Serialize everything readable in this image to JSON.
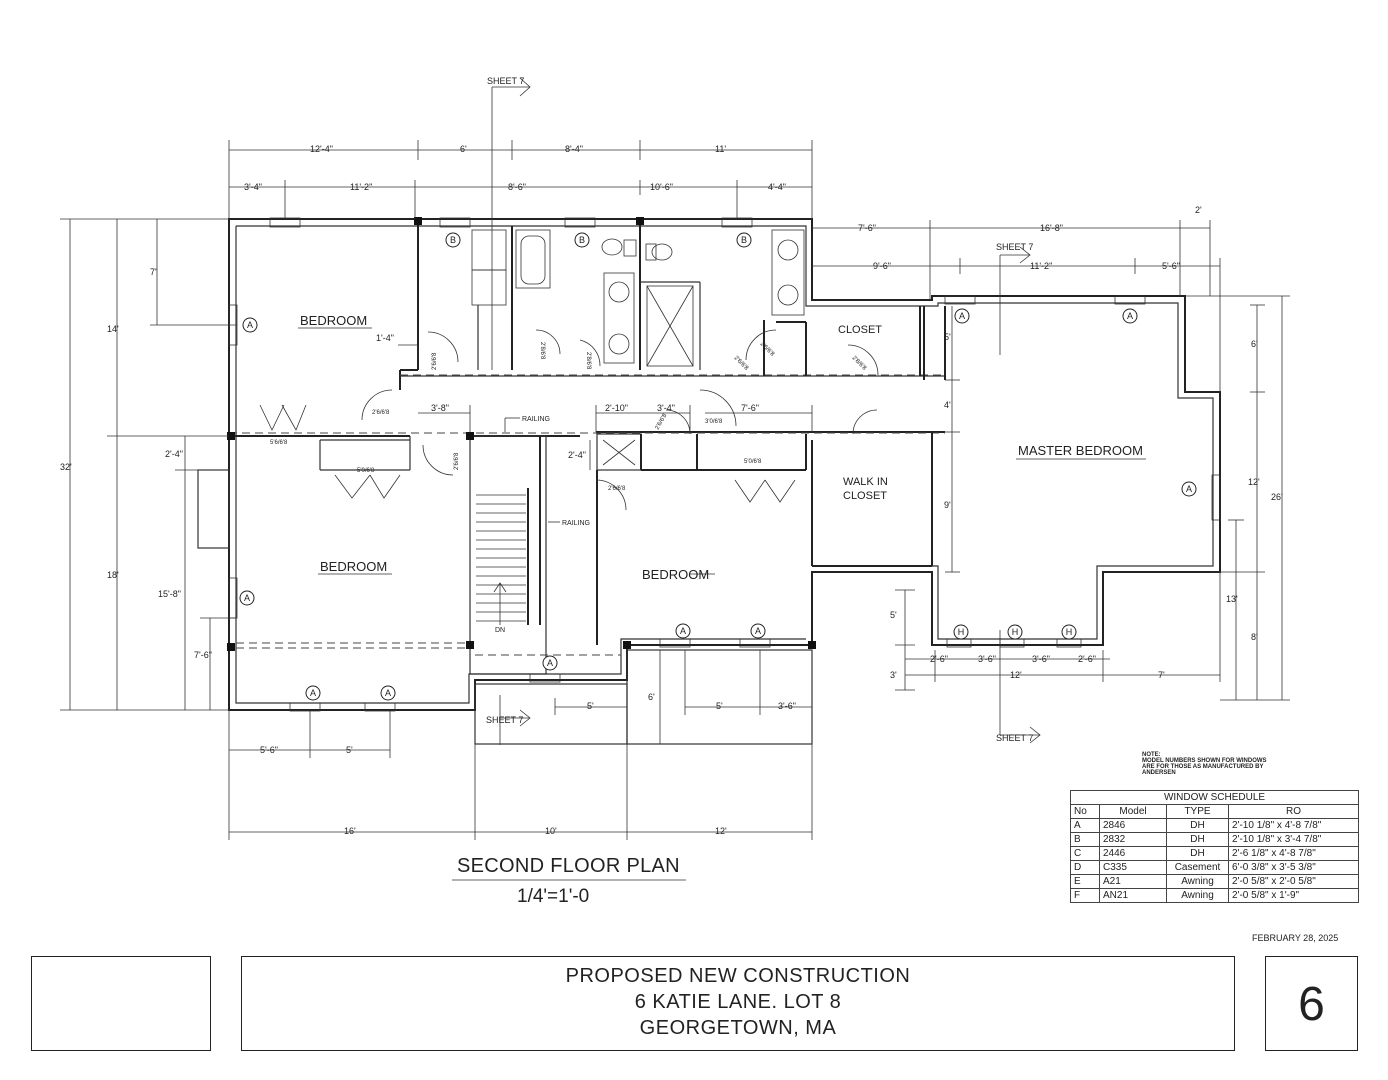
{
  "plan": {
    "title": "SECOND FLOOR PLAN",
    "scale": "1/4'=1'-0",
    "date": "FEBRUARY 28, 2025",
    "note_lines": [
      "NOTE:",
      "MODEL NUMBERS SHOWN FOR WINDOWS",
      "ARE FOR THOSE AS MANUFACTURED BY",
      "ANDERSEN"
    ]
  },
  "rooms": {
    "bedroom_nw": "BEDROOM",
    "bedroom_w": "BEDROOM",
    "bedroom_c": "BEDROOM",
    "master": "MASTER BEDROOM",
    "closet": "CLOSET",
    "walkin_1": "WALK IN",
    "walkin_2": "CLOSET"
  },
  "labels": {
    "railing1": "RAILING",
    "railing2": "RAILING",
    "dn": "DN",
    "sheet_a": "SHEET 7",
    "sheet_b": "SHEET 7",
    "sheet_c": "SHEET 7",
    "sheet_d": "SHEET 7"
  },
  "dims": {
    "top1": [
      "12'-4\"",
      "6'",
      "8'-4\"",
      "11'"
    ],
    "top2": [
      "3'-4\"",
      "11'-2\"",
      "8'-6\"",
      "10'-6\"",
      "4'-4\""
    ],
    "east1": [
      "7'-6\"",
      "16'-8\"",
      "2'"
    ],
    "east2": [
      "9'-6\"",
      "11'-2\"",
      "5'-6\""
    ],
    "left_total": "32'",
    "left_a": "14'",
    "left_b": "18'",
    "left_c": "7'",
    "left_d": "2'-4\"",
    "left_e": "15'-8\"",
    "left_f": "7'-6\"",
    "right_total": "26'",
    "right_a": "6'",
    "right_b": "12'",
    "right_c": "13'",
    "right_d": "8'",
    "bottom": [
      "16'",
      "10'",
      "12'"
    ],
    "bottom_w": [
      "5'-6\"",
      "5'"
    ],
    "bottom_c": [
      "5'",
      "5'",
      "3'-6\""
    ],
    "porch": "6'",
    "master_bot": [
      "2'-6\"",
      "3'-6\"",
      "3'-6\"",
      "2'-6\"",
      "12'",
      "7'"
    ],
    "master_side": [
      "5'",
      "3'"
    ],
    "mid": [
      "1'-4\"",
      "3'-8\"",
      "2'-10\"",
      "3'-4\"",
      "7'-6\"",
      "2'-4\"",
      "5'",
      "4'",
      "9'"
    ]
  },
  "doors": [
    "2'6/6'8",
    "2'6/6'8",
    "2'6/6'8",
    "5'6/6'8",
    "5'0/6'8",
    "5'0/6'8",
    "2'8/6'8",
    "2'8/6'8",
    "3'0/6'8",
    "2'6/6'8",
    "2'6/6'8",
    "2'6/6'8",
    "2'6/6'8",
    "2'8/6'8"
  ],
  "windows": {
    "A": "A",
    "B": "B",
    "H": "H"
  },
  "schedule": {
    "title": "WINDOW SCHEDULE",
    "headers": [
      "No",
      "Model",
      "TYPE",
      "RO"
    ],
    "rows": [
      [
        "A",
        "2846",
        "DH",
        "2'-10 1/8\" x 4'-8 7/8\""
      ],
      [
        "B",
        "2832",
        "DH",
        "2'-10 1/8\" x 3'-4 7/8\""
      ],
      [
        "C",
        "2446",
        "DH",
        "2'-6 1/8\" x 4'-8 7/8\""
      ],
      [
        "D",
        "C335",
        "Casement",
        "6'-0 3/8\" x 3'-5 3/8\""
      ],
      [
        "E",
        "A21",
        "Awning",
        "2'-0 5/8\" x 2'-0 5/8\""
      ],
      [
        "F",
        "AN21",
        "Awning",
        "2'-0 5/8\" x 1'-9\""
      ]
    ]
  },
  "title_block": {
    "line1": "PROPOSED NEW CONSTRUCTION",
    "line2": "6 KATIE LANE. LOT 8",
    "line3": "GEORGETOWN, MA",
    "sheet_number": "6"
  }
}
